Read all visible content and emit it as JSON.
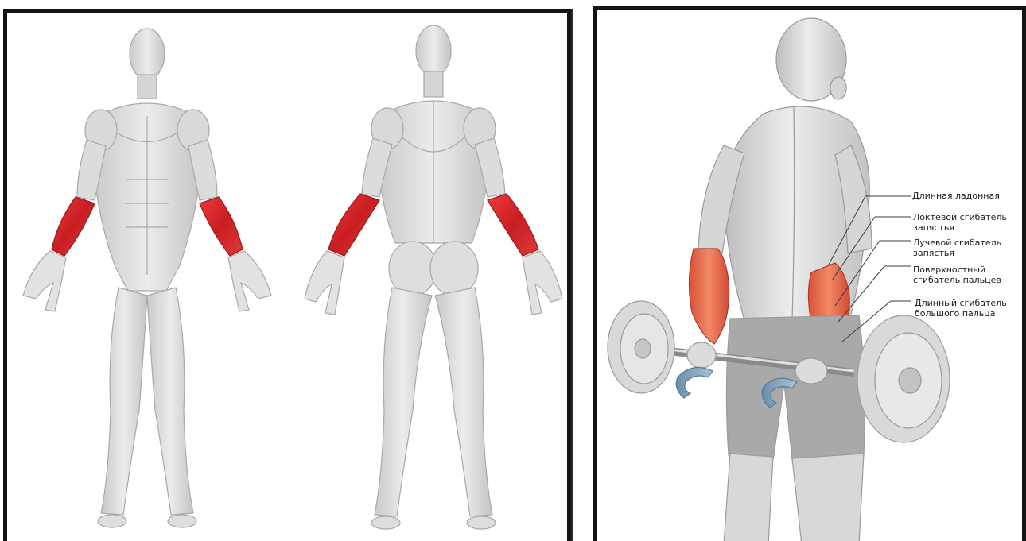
{
  "labels": [
    {
      "line1": "Длинная ладонная",
      "line2": ""
    },
    {
      "line1": "Локтевой сгибатель",
      "line2": "запястья"
    },
    {
      "line1": "Лучевой сгибатель",
      "line2": "запястья"
    },
    {
      "line1": "Поверхностный",
      "line2": "сгибатель пальцев"
    },
    {
      "line1": "Длинный сгибатель",
      "line2": "большого пальца"
    }
  ],
  "colors": {
    "highlight_muscle": "#d8262b",
    "orange_muscle": "#e8684a",
    "body_gray": "#d8d8d8",
    "frame": "#141414"
  }
}
